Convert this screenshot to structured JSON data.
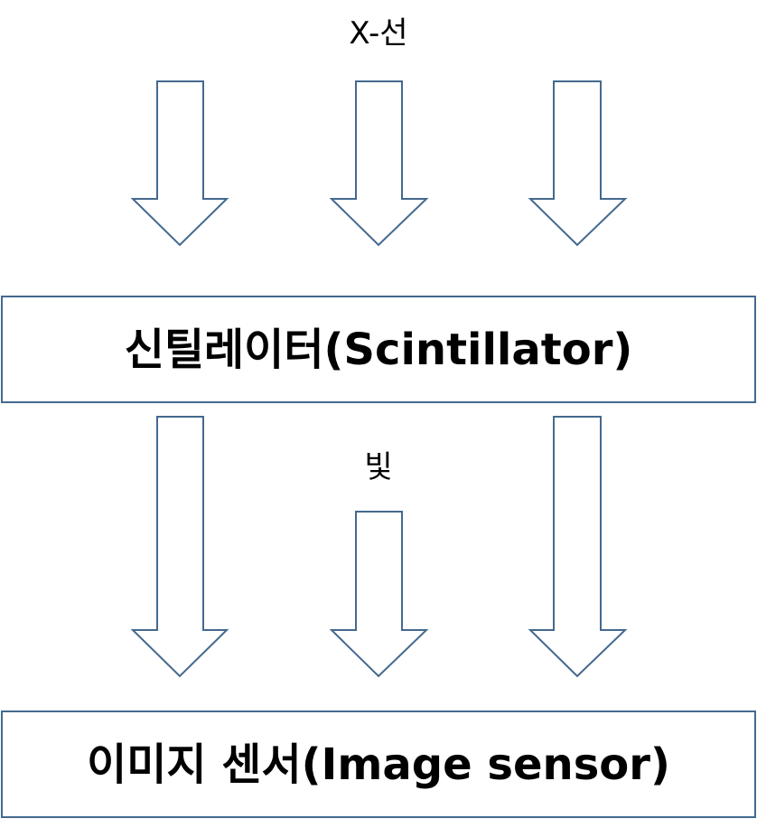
{
  "diagram": {
    "xray_label": "X-선",
    "light_label": "빛",
    "scintillator_label": "신틸레이터(Scintillator)",
    "image_sensor_label": "이미지 센서(Image sensor)",
    "arrow_color": "#44698f"
  }
}
